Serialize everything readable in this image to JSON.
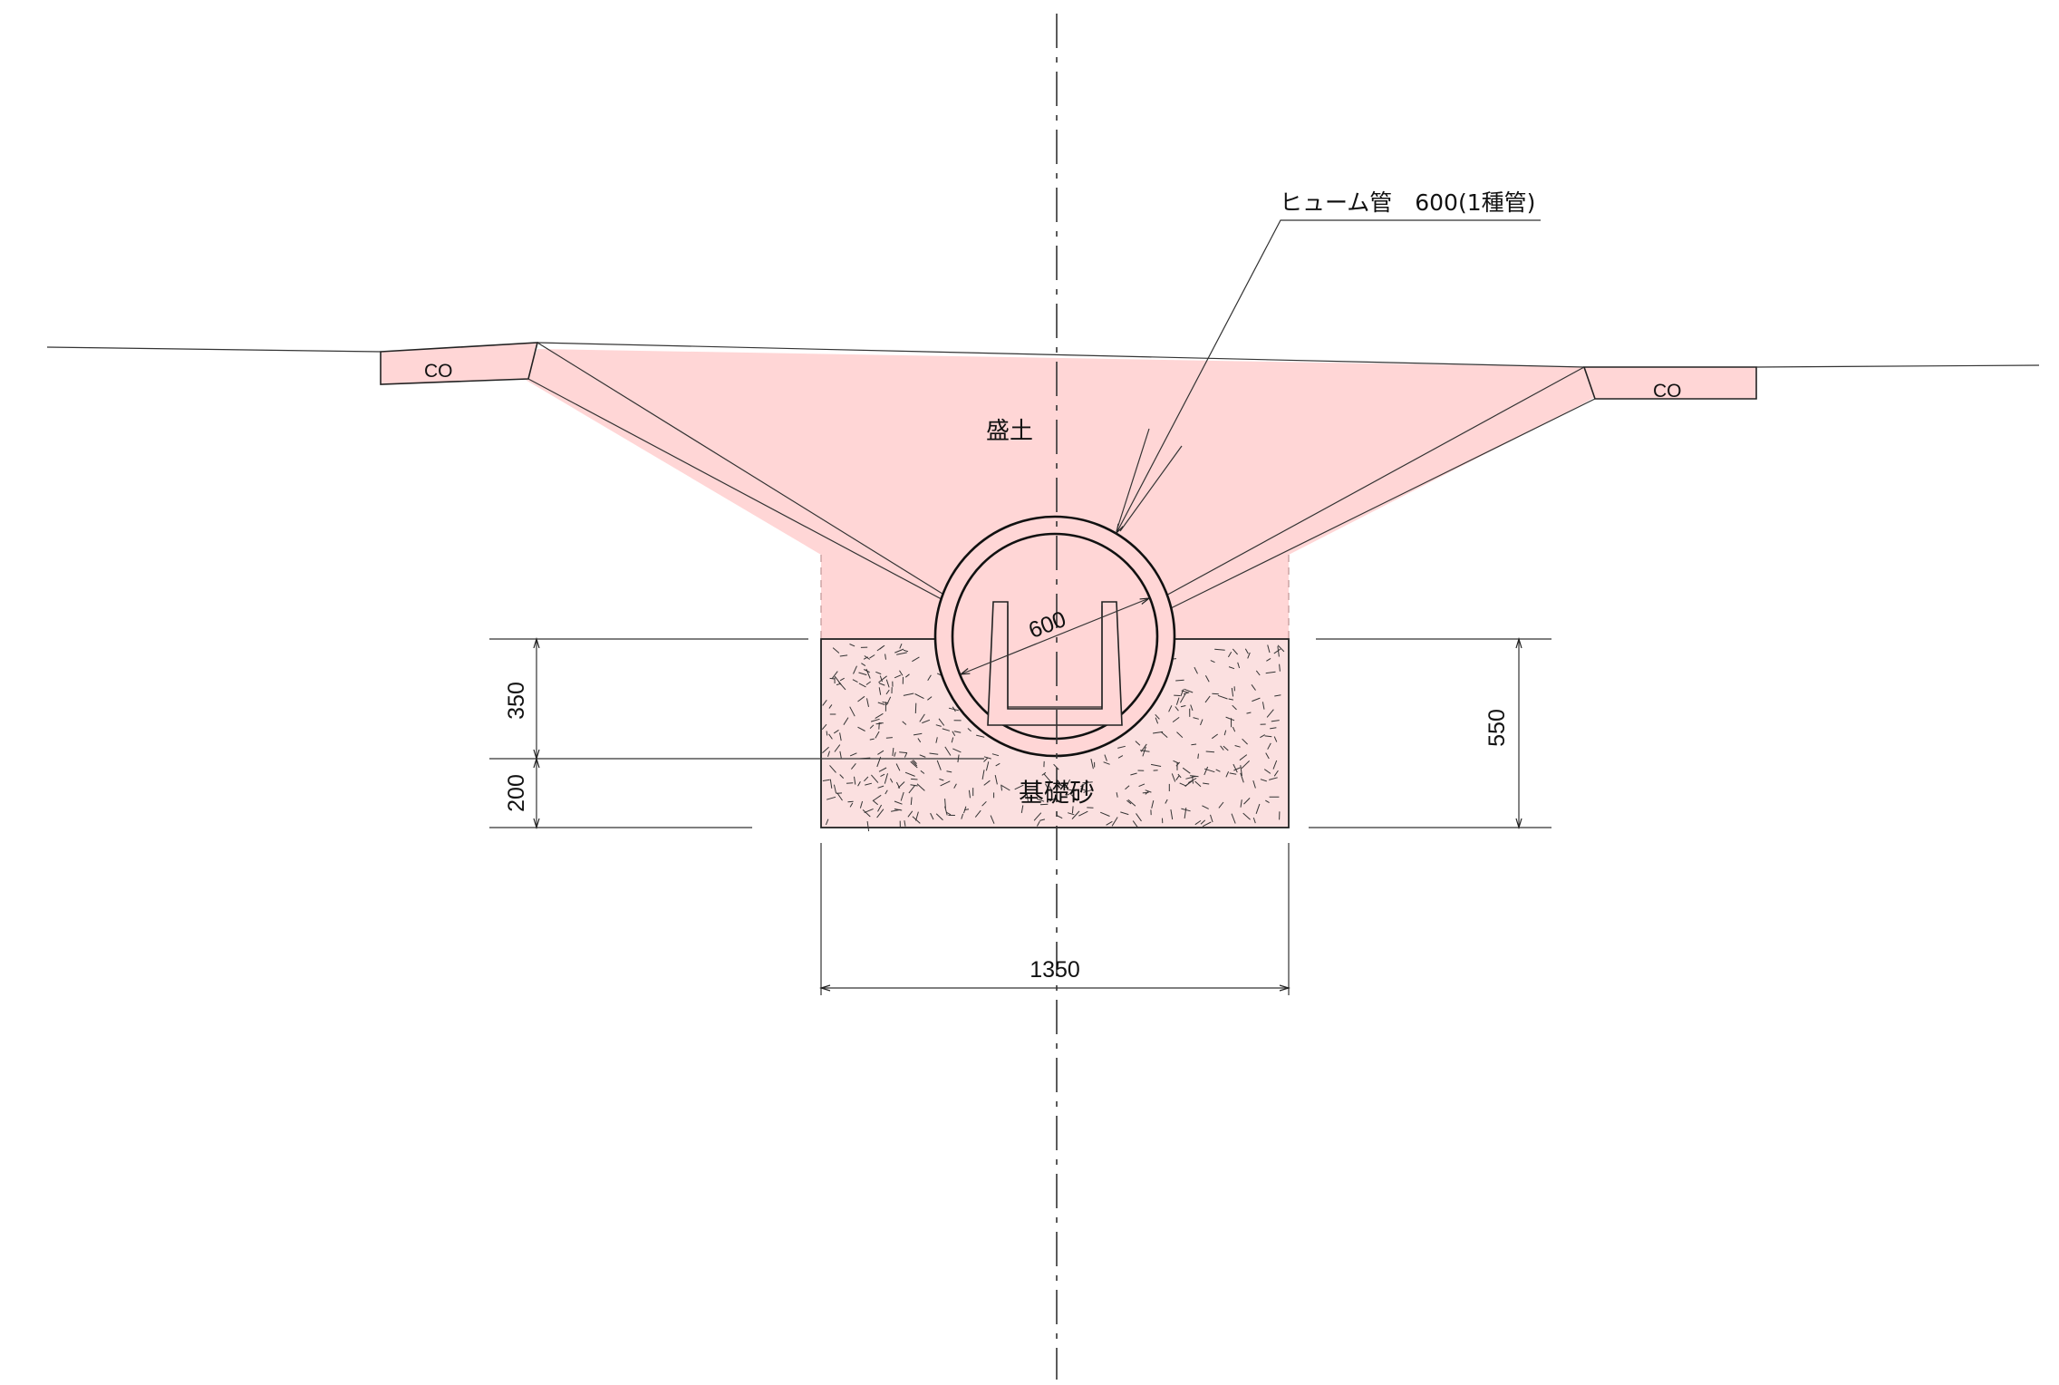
{
  "colors": {
    "fill_embankment": "#ffd6d6",
    "fill_sand": "#fbe0e0",
    "line": "#222222"
  },
  "labels": {
    "pipe_callout": "ヒューム管　600(1種管)",
    "embankment": "盛土",
    "foundation_sand": "基礎砂",
    "co_left": "CO",
    "co_right": "CO",
    "pipe_diameter": "600"
  },
  "dimensions": {
    "left_upper": "350",
    "left_lower": "200",
    "right_total": "550",
    "bottom_width": "1350"
  }
}
